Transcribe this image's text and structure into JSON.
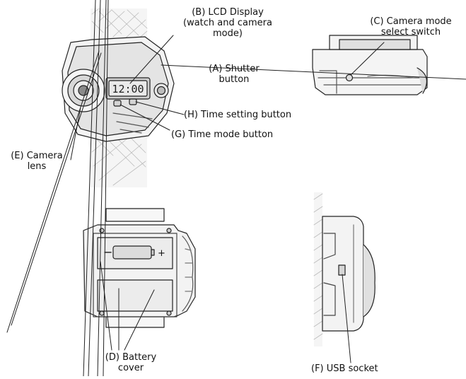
{
  "labels": {
    "lcd_display": {
      "line1": "(B) LCD Display",
      "line2": "(watch and camera",
      "line3": "mode)"
    },
    "camera_mode_switch": {
      "line1": "(C) Camera mode",
      "line2": "select switch"
    },
    "shutter_button": {
      "line1": "(A) Shutter",
      "line2": "button"
    },
    "time_setting_button": "(H) Time setting button",
    "time_mode_button": "(G) Time mode button",
    "camera_lens": {
      "line1": "(E) Camera",
      "line2": "lens"
    },
    "battery_cover": {
      "line1": "(D) Battery",
      "line2": "cover"
    },
    "usb_socket": "(F) USB socket"
  },
  "lcd_time": "12:00",
  "battery_polarity": {
    "minus": "−",
    "plus": "+"
  },
  "colors": {
    "stroke": "#222222",
    "fill_light": "#f2f2f2",
    "fill_mid": "#e2e2e2",
    "fill_dark": "#bdbdbd"
  }
}
